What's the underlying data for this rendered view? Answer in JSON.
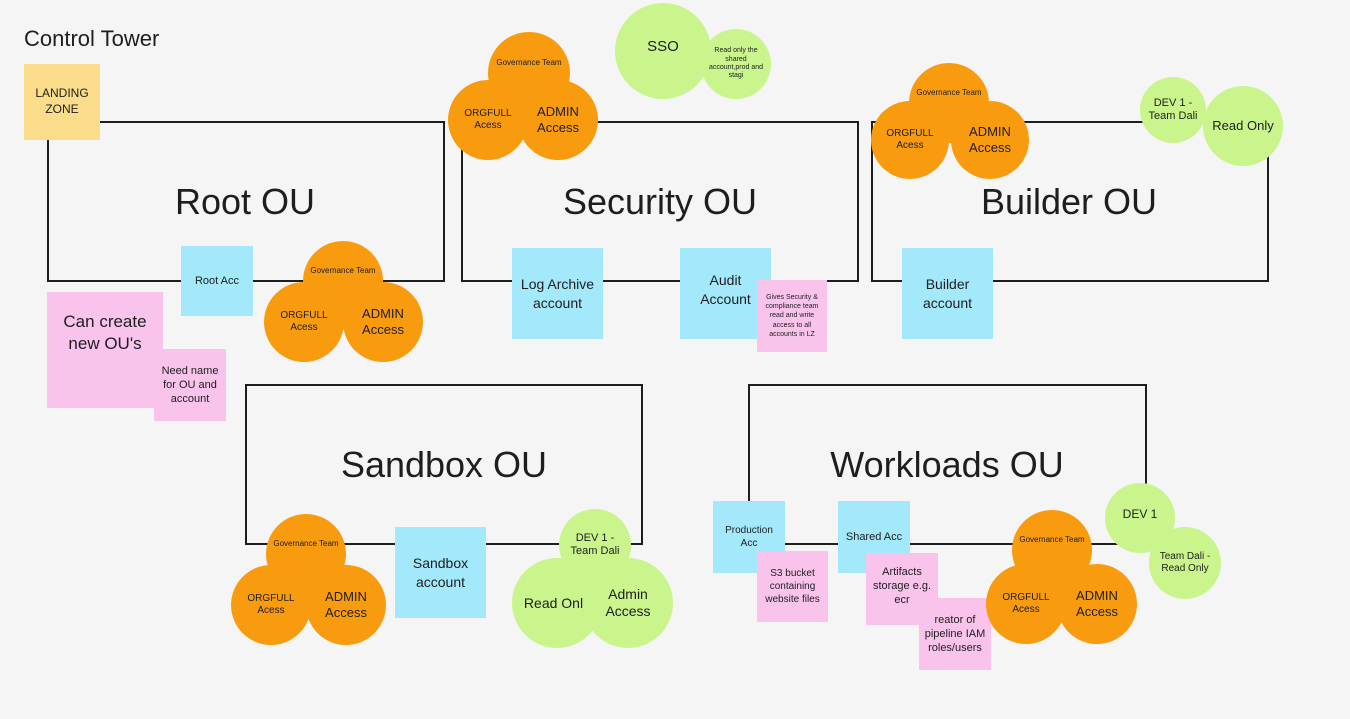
{
  "title": "Control Tower",
  "landing_zone": "LANDING ZONE",
  "ous": {
    "root": "Root OU",
    "security": "Security OU",
    "builder": "Builder OU",
    "sandbox": "Sandbox OU",
    "workloads": "Workloads OU"
  },
  "accounts": {
    "root_acc": "Root Acc",
    "log_archive": "Log Archive account",
    "audit": "Audit Account",
    "builder": "Builder account",
    "sandbox": "Sandbox account",
    "production": "Production Acc",
    "shared": "Shared Acc"
  },
  "notes": {
    "can_create": "Can create new OU's",
    "need_name": "Need name for OU and account",
    "audit_note": "Gives Security & compliance team read and write access to all accounts in LZ",
    "s3_bucket": "S3 bucket containing website files",
    "artifacts": "Artifacts storage e.g. ecr",
    "pipeline": "reator of pipeline IAM roles/users"
  },
  "access": {
    "governance": "Governance Team",
    "orgfull": "ORGFULL Acess",
    "admin": "ADMIN Access"
  },
  "sso": {
    "label": "SSO",
    "note": "Read only the shared account,prod and stagi"
  },
  "dev": {
    "dev1_team_dali": "DEV 1 - Team Dali",
    "read_only": "Read Only",
    "admin_access": "Admin Access",
    "dev1": "DEV 1",
    "team_dali_read_only": "Team Dali - Read Only"
  },
  "colors": {
    "orange": "#f89b0f",
    "green": "#c9f58c",
    "blue": "#a3e8fb",
    "pink": "#f9c3eb",
    "yellow": "#fbdc8b",
    "background": "#f5f5f5"
  }
}
